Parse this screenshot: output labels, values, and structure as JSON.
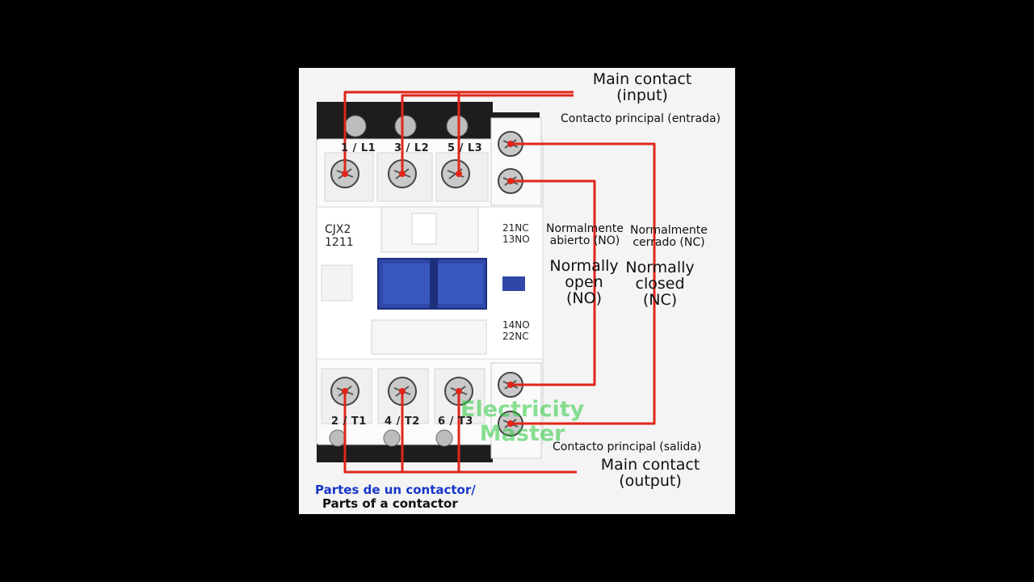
{
  "labels": {
    "main_input_en_1": "Main contact",
    "main_input_en_2": "(input)",
    "main_input_es": "Contacto principal (entrada)",
    "no_es_1": "Normalmente",
    "no_es_2": "abierto (NO)",
    "nc_es_1": "Normalmente",
    "nc_es_2": "cerrado (NC)",
    "no_en_1": "Normally",
    "no_en_2": "open",
    "no_en_3": "(NO)",
    "nc_en_1": "Normally",
    "nc_en_2": "closed",
    "nc_en_3": "(NC)",
    "main_output_es": "Contacto principal (salida)",
    "main_output_en_1": "Main contact",
    "main_output_en_2": "(output)"
  },
  "device": {
    "model_line1": "CJX2",
    "model_line2": "1211",
    "terminals_top": [
      "1 / L1",
      "3 / L2",
      "5 / L3"
    ],
    "terminals_bottom": [
      "2 / T1",
      "4 / T2",
      "6 / T3"
    ],
    "aux_top_1": "21NC",
    "aux_top_2": "13NO",
    "aux_bottom_1": "14NO",
    "aux_bottom_2": "22NC"
  },
  "watermark": {
    "line1": "Electricity",
    "line2": "Master"
  },
  "caption": {
    "es": "Partes de un contactor/",
    "en": "Parts of a contactor"
  },
  "colors": {
    "wire": "#e0261a",
    "button_blue": "#2f47a8",
    "caption_blue": "#1636c8"
  }
}
